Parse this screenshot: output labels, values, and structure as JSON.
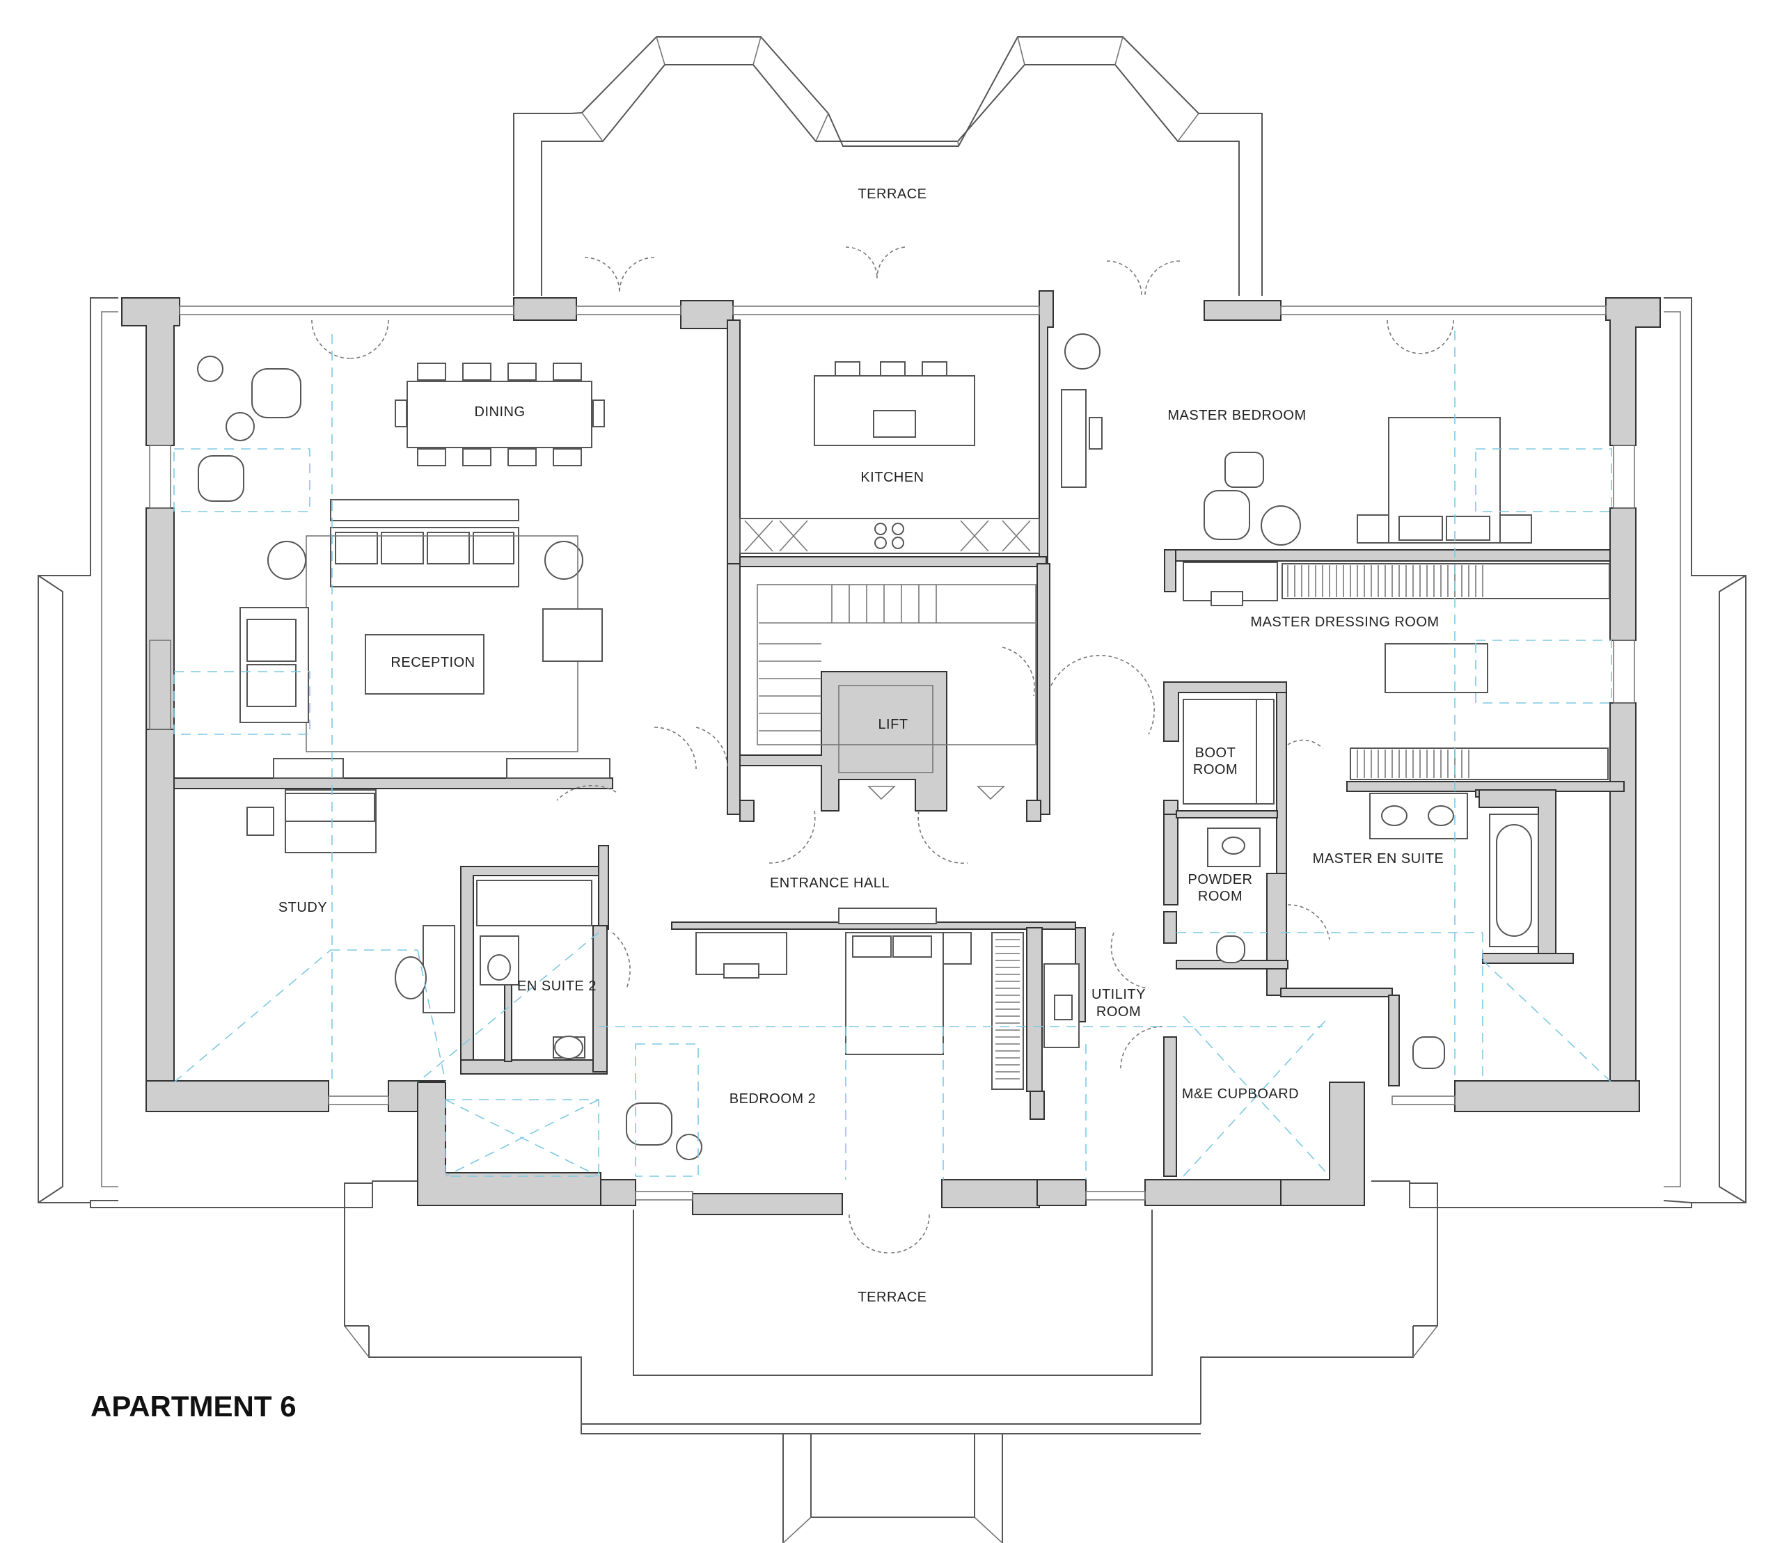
{
  "title": "APARTMENT 6",
  "rooms": {
    "terrace_top": "TERRACE",
    "dining": "DINING",
    "kitchen": "KITCHEN",
    "master_bedroom": "MASTER BEDROOM",
    "reception": "RECEPTION",
    "master_dressing_room": "MASTER DRESSING ROOM",
    "lift": "LIFT",
    "boot_room_1": "BOOT",
    "boot_room_2": "ROOM",
    "powder_room_1": "POWDER",
    "powder_room_2": "ROOM",
    "master_en_suite": "MASTER EN SUITE",
    "study": "STUDY",
    "entrance_hall": "ENTRANCE HALL",
    "en_suite_2": "EN SUITE 2",
    "utility_room_1": "UTILITY",
    "utility_room_2": "ROOM",
    "bedroom_2": "BEDROOM 2",
    "me_cupboard": "M&E CUPBOARD",
    "terrace_bottom": "TERRACE"
  },
  "colors": {
    "wall_fill": "#cfcfd0",
    "line": "#555555",
    "ceiling_guides": "#7ec8e3",
    "text": "#222222"
  }
}
